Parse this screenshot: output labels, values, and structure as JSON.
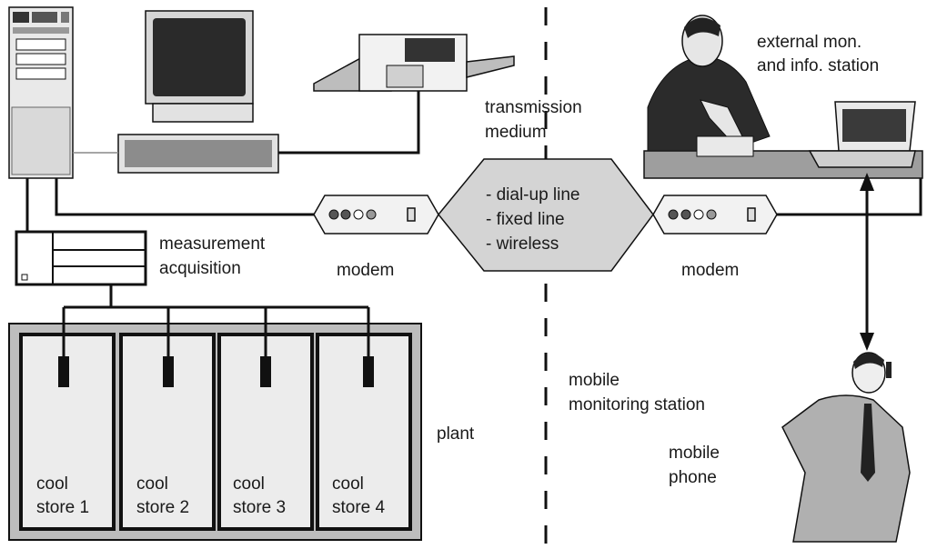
{
  "labels": {
    "external_station": [
      "external mon.",
      "and info. station"
    ],
    "transmission_medium": [
      "transmission",
      "medium"
    ],
    "media_options": [
      "- dial-up line",
      "- fixed line",
      "- wireless"
    ],
    "modem_left": "modem",
    "modem_right": "modem",
    "measurement_acquisition": [
      "measurement",
      "acquisition"
    ],
    "plant": "plant",
    "mobile_station": [
      "mobile",
      "monitoring station"
    ],
    "mobile_phone": [
      "mobile",
      "phone"
    ],
    "cool_stores": [
      [
        "cool",
        "store 1"
      ],
      [
        "cool",
        "store 2"
      ],
      [
        "cool",
        "store 3"
      ],
      [
        "cool",
        "store 4"
      ]
    ]
  },
  "icons": {
    "tower_pc": "tower-computer-icon",
    "monitor": "monitor-icon",
    "keyboard": "keyboard-icon",
    "printer": "printer-icon",
    "modem": "modem-icon",
    "operator": "operator-at-desk-icon",
    "laptop": "laptop-icon",
    "mobile_person": "person-with-mobile-phone-icon",
    "data_logger": "measurement-acquisition-unit-icon",
    "sensor": "sensor-probe-icon"
  },
  "colors": {
    "plant_fill": "#bdbdbd",
    "store_fill": "#ececec",
    "medium_fill": "#d4d4d4",
    "line": "#111111"
  }
}
